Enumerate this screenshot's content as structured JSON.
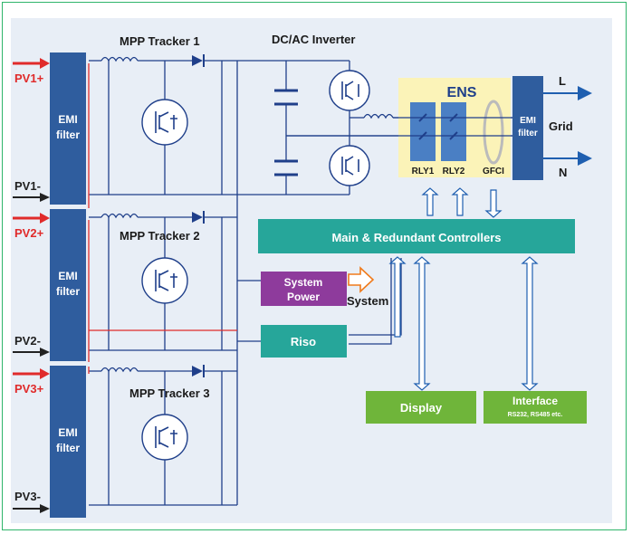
{
  "inputs": {
    "pv1_plus": "PV1+",
    "pv1_minus": "PV1-",
    "pv2_plus": "PV2+",
    "pv2_minus": "PV2-",
    "pv3_plus": "PV3+",
    "pv3_minus": "PV3-"
  },
  "emi_filter": {
    "line1": "EMI",
    "line2": "filter"
  },
  "trackers": {
    "t1": "MPP Tracker 1",
    "t2": "MPP Tracker 2",
    "t3": "MPP Tracker 3"
  },
  "inverter_label": "DC/AC Inverter",
  "ens": {
    "title": "ENS",
    "rly1": "RLY1",
    "rly2": "RLY2",
    "gfci": "GFCI"
  },
  "grid": {
    "l": "L",
    "grid": "Grid",
    "n": "N"
  },
  "controllers": "Main & Redundant Controllers",
  "system_power": {
    "line1": "System",
    "line2": "Power",
    "output": "System"
  },
  "riso": "Riso",
  "display": "Display",
  "interface": {
    "title": "Interface",
    "subtitle": "RS232, RS485 etc."
  },
  "colors": {
    "block_blue": "#2f5d9e",
    "teal": "#26a69a",
    "green": "#6fb53a",
    "purple": "#8e3b9c",
    "ens_yellow": "#fbf3b8",
    "wire_blue": "#1f3f8a",
    "pv_red": "#e02b2b",
    "accent_orange": "#f07a1a"
  }
}
